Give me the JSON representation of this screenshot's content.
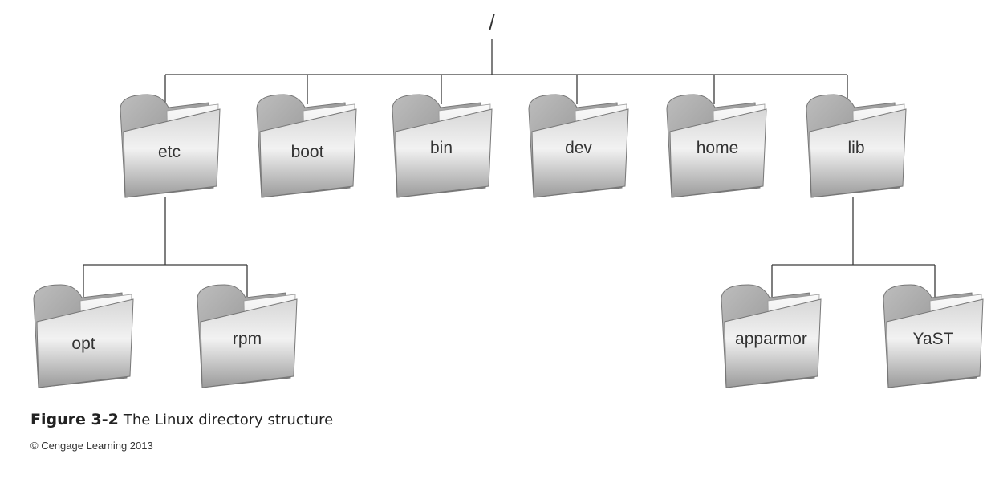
{
  "tree": {
    "root": "/",
    "top_level": [
      "etc",
      "boot",
      "bin",
      "dev",
      "home",
      "lib"
    ],
    "children": {
      "etc": [
        "opt",
        "rpm"
      ],
      "lib": [
        "apparmor",
        "YaST"
      ]
    }
  },
  "caption": {
    "figure_number": "Figure 3-2",
    "title": "The Linux directory structure",
    "credit": "© Cengage Learning 2013"
  },
  "colors": {
    "folder_light": "#e4e4e4",
    "folder_dark": "#8f8f8f",
    "line": "#3a3a3a"
  }
}
